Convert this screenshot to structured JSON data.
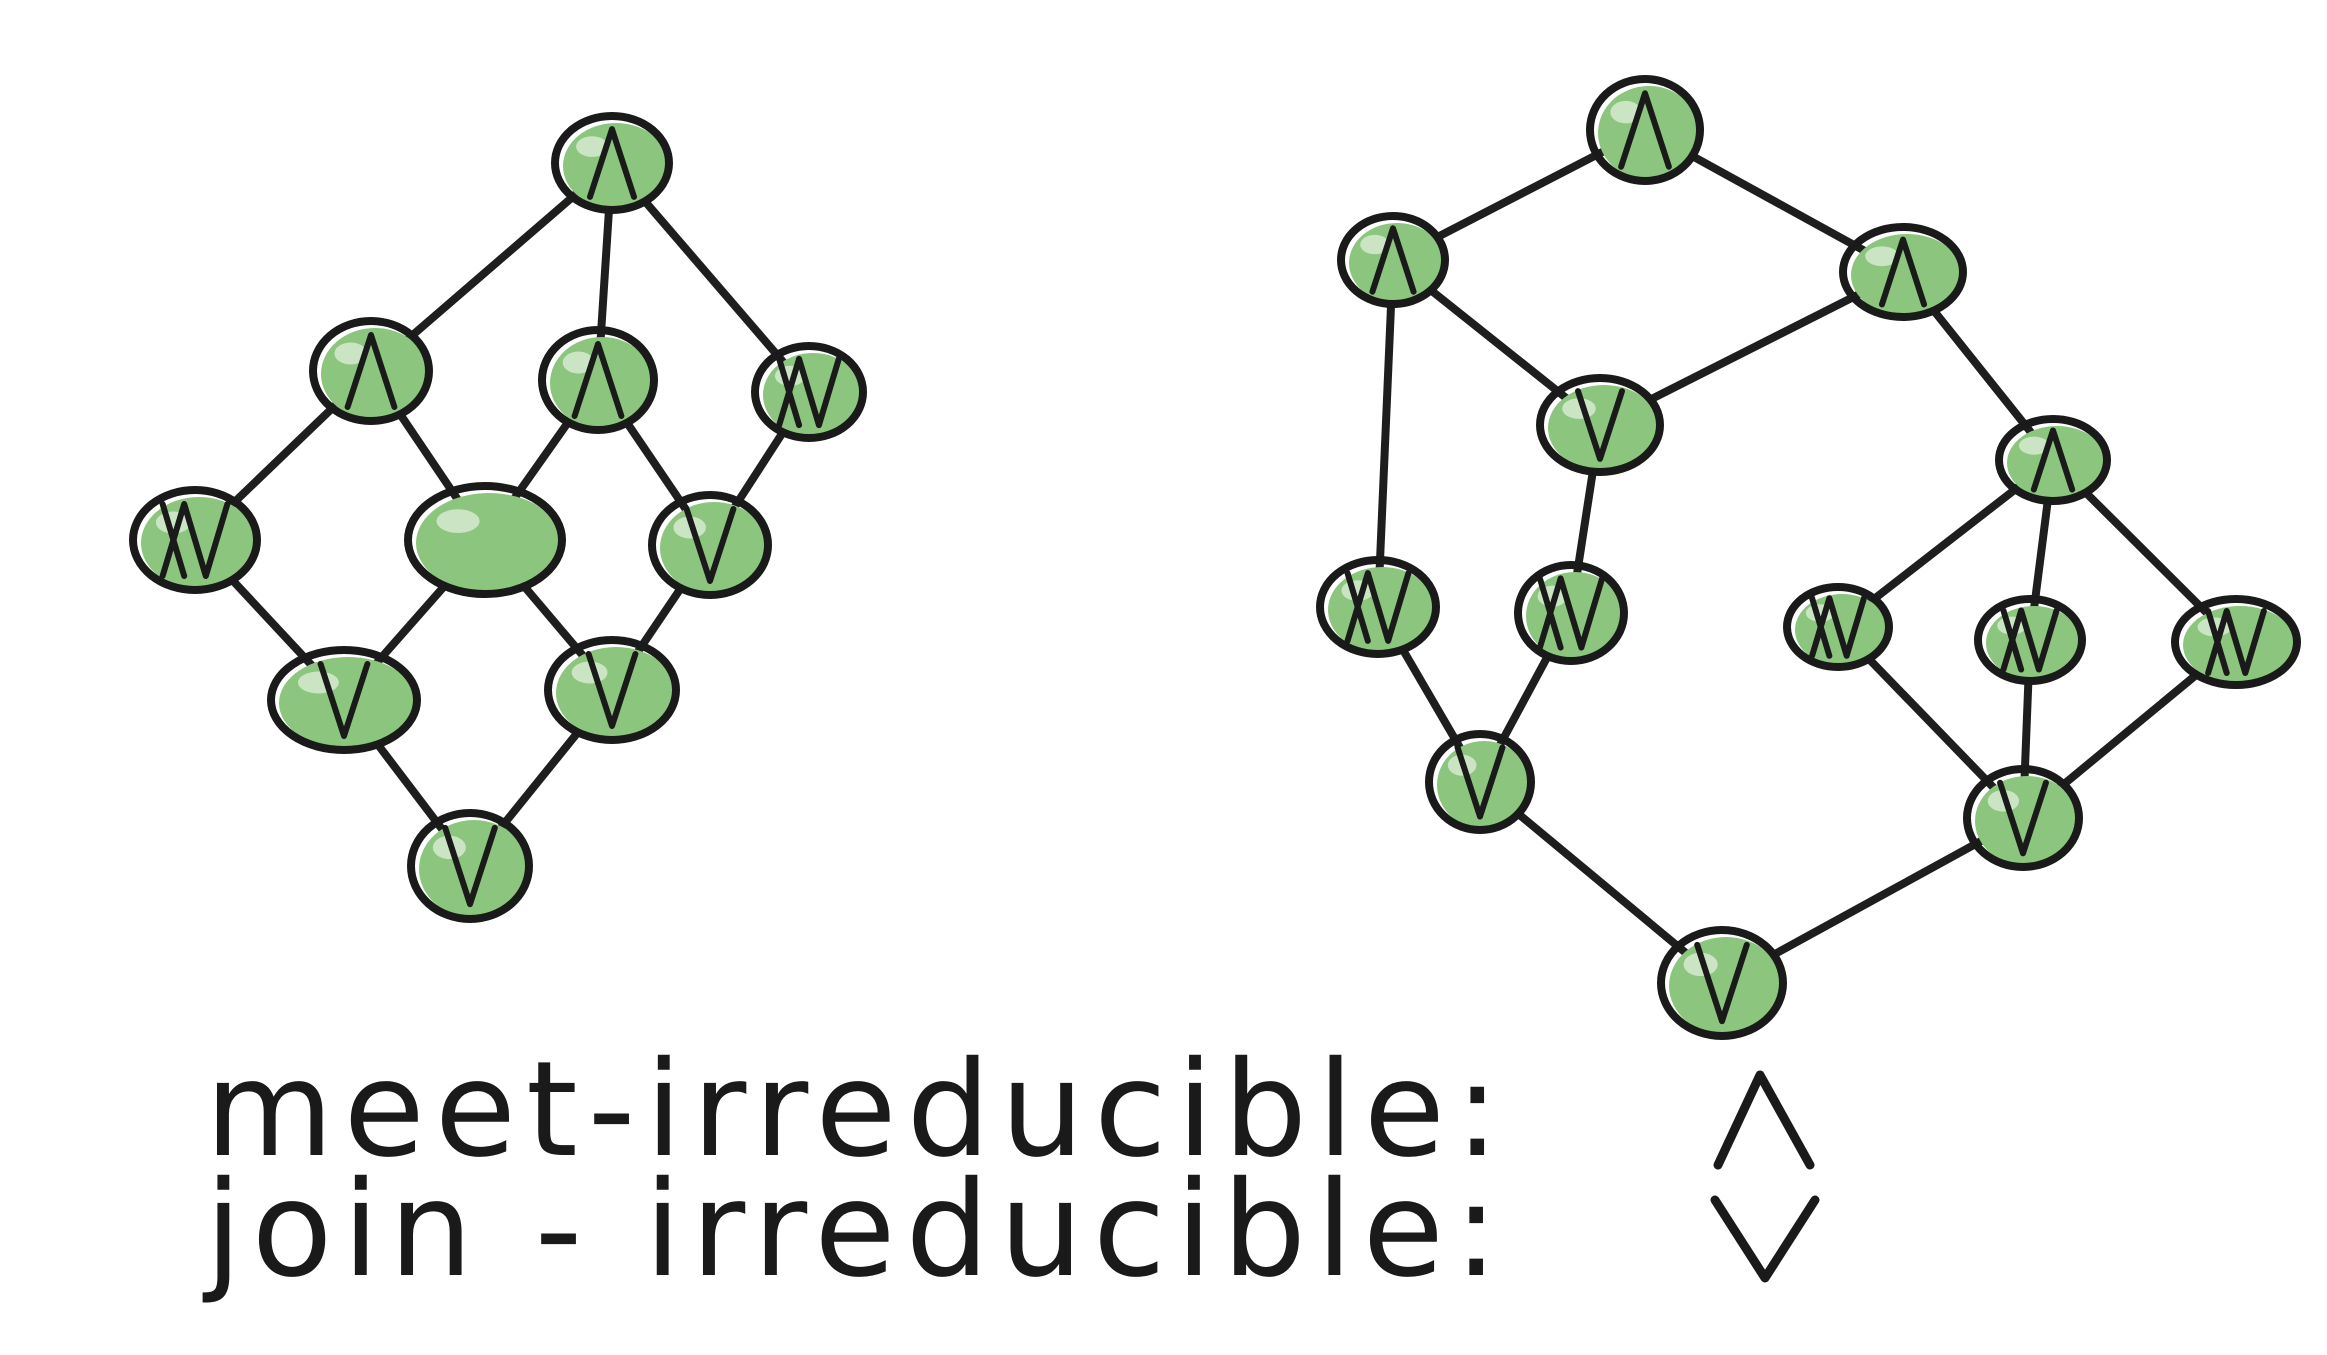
{
  "legend": {
    "meet_label": "meet-irreducible:",
    "meet_symbol": "∧",
    "join_label": "join - irreducible:",
    "join_symbol": "∨"
  },
  "colors": {
    "node_fill": "#8cc57d",
    "ink": "#1a1a1a",
    "background": "#ffffff"
  },
  "lattices": [
    {
      "name": "left-lattice",
      "nodes": [
        {
          "id": "L0",
          "marks": "meet"
        },
        {
          "id": "L1",
          "marks": "meet"
        },
        {
          "id": "L2",
          "marks": "meet"
        },
        {
          "id": "L3",
          "marks": "both"
        },
        {
          "id": "L4",
          "marks": "both"
        },
        {
          "id": "L5",
          "marks": "none"
        },
        {
          "id": "L6",
          "marks": "join"
        },
        {
          "id": "L7",
          "marks": "join"
        },
        {
          "id": "L8",
          "marks": "join"
        },
        {
          "id": "L9",
          "marks": "join"
        }
      ],
      "edges": [
        [
          "L0",
          "L1"
        ],
        [
          "L0",
          "L2"
        ],
        [
          "L0",
          "L4"
        ],
        [
          "L1",
          "L3"
        ],
        [
          "L1",
          "L5"
        ],
        [
          "L2",
          "L5"
        ],
        [
          "L2",
          "L6"
        ],
        [
          "L4",
          "L6"
        ],
        [
          "L3",
          "L7"
        ],
        [
          "L5",
          "L7"
        ],
        [
          "L5",
          "L8"
        ],
        [
          "L6",
          "L8"
        ],
        [
          "L7",
          "L9"
        ],
        [
          "L8",
          "L9"
        ]
      ]
    },
    {
      "name": "right-lattice",
      "nodes": [
        {
          "id": "R0",
          "marks": "meet"
        },
        {
          "id": "R1",
          "marks": "meet"
        },
        {
          "id": "R2",
          "marks": "meet"
        },
        {
          "id": "R3",
          "marks": "join"
        },
        {
          "id": "R4",
          "marks": "meet"
        },
        {
          "id": "R5",
          "marks": "both"
        },
        {
          "id": "R6",
          "marks": "both"
        },
        {
          "id": "R7",
          "marks": "both"
        },
        {
          "id": "R8",
          "marks": "both"
        },
        {
          "id": "R9",
          "marks": "both"
        },
        {
          "id": "R10",
          "marks": "join"
        },
        {
          "id": "R11",
          "marks": "join"
        },
        {
          "id": "R12",
          "marks": "join"
        }
      ],
      "edges": [
        [
          "R0",
          "R1"
        ],
        [
          "R0",
          "R2"
        ],
        [
          "R1",
          "R3"
        ],
        [
          "R1",
          "R5"
        ],
        [
          "R2",
          "R3"
        ],
        [
          "R2",
          "R4"
        ],
        [
          "R3",
          "R6"
        ],
        [
          "R4",
          "R7"
        ],
        [
          "R4",
          "R8"
        ],
        [
          "R4",
          "R9"
        ],
        [
          "R5",
          "R10"
        ],
        [
          "R6",
          "R10"
        ],
        [
          "R7",
          "R11"
        ],
        [
          "R8",
          "R11"
        ],
        [
          "R9",
          "R11"
        ],
        [
          "R10",
          "R12"
        ],
        [
          "R11",
          "R12"
        ]
      ]
    }
  ]
}
